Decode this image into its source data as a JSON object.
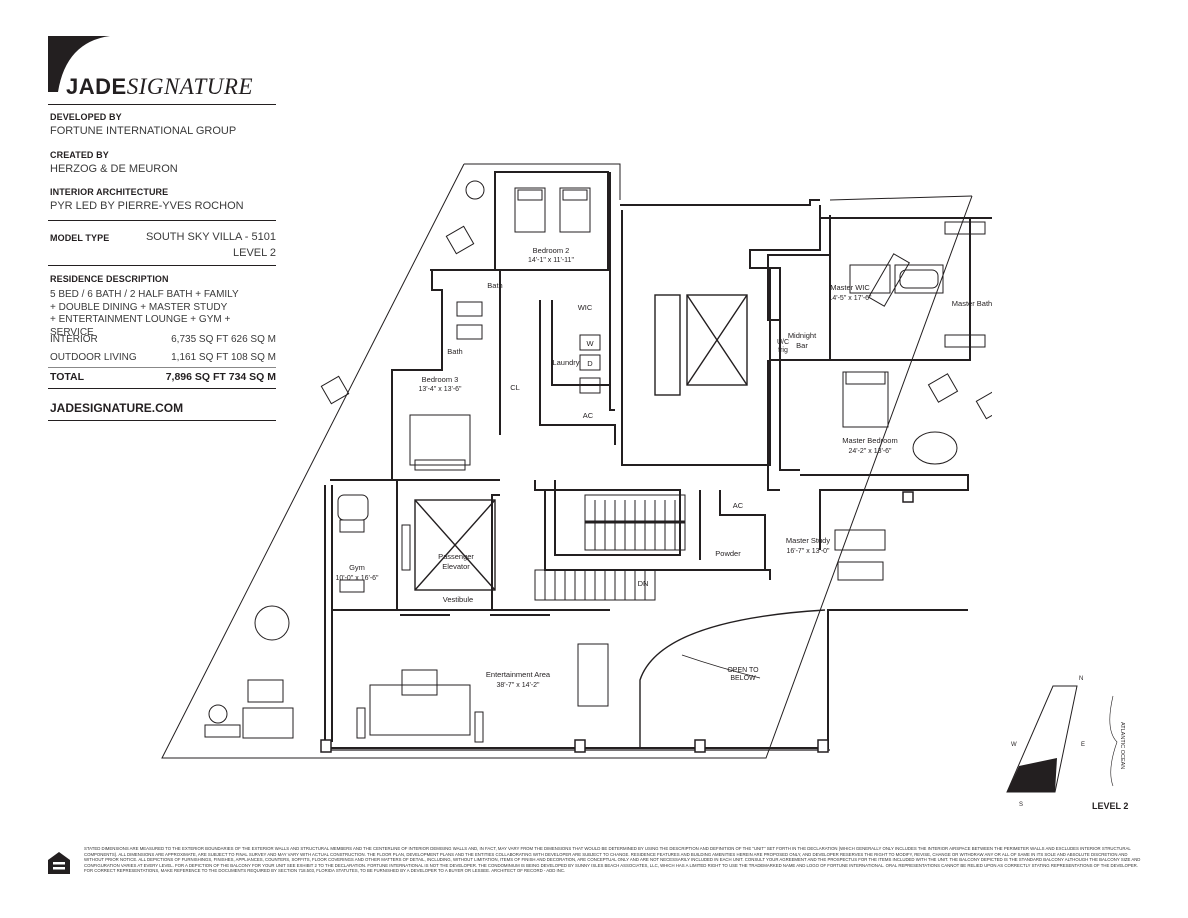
{
  "brand": {
    "name_bold": "JADE",
    "name_script": "SIGNATURE"
  },
  "developer": {
    "label": "DEVELOPED BY",
    "value": "FORTUNE INTERNATIONAL GROUP"
  },
  "creator": {
    "label": "CREATED BY",
    "value": "HERZOG & DE MEURON"
  },
  "interior_arch": {
    "label": "INTERIOR ARCHITECTURE",
    "value": "PYR LED BY PIERRE-YVES ROCHON"
  },
  "model": {
    "label": "MODEL TYPE",
    "name": "SOUTH SKY VILLA - 5101",
    "level": "LEVEL 2"
  },
  "residence": {
    "label": "RESIDENCE DESCRIPTION",
    "lines": [
      "5 BED / 6 BATH / 2 HALF BATH + FAMILY",
      "+ DOUBLE DINING + MASTER STUDY",
      "+ ENTERTAINMENT LOUNGE + GYM + SERVICE"
    ],
    "interior_label": "INTERIOR",
    "interior_value": "6,735 SQ FT 626 SQ M",
    "outdoor_label": "OUTDOOR LIVING",
    "outdoor_value": "1,161 SQ FT 108 SQ M",
    "total_label": "TOTAL",
    "total_value": "7,896 SQ FT 734 SQ M"
  },
  "website": "JADESIGNATURE.COM",
  "rooms": {
    "bedroom2": "Bedroom 2",
    "bedroom2_dim": "14'-1\" x 11'-11\"",
    "bath1": "Bath",
    "bath2": "Bath",
    "wic": "WIC",
    "laundry": "Laundry",
    "washer": "W",
    "dryer": "D",
    "cl": "CL",
    "ac1": "AC",
    "bedroom3": "Bedroom 3",
    "bedroom3_dim": "13'-4\" x 13'-6\"",
    "master_wic": "Master WIC",
    "master_wic_dim": "14'-5\" x 17'-6\"",
    "master_bath": "Master Bath",
    "uc_frig_1": "U/C",
    "uc_frig_2": "frig",
    "midnight_1": "Midnight",
    "midnight_2": "Bar",
    "master_bedroom": "Master Bedroom",
    "master_bedroom_dim": "24'-2\" x 13'-6\"",
    "ac2": "AC",
    "powder": "Powder",
    "master_study": "Master Study",
    "master_study_dim": "16'-7\" x 13'-0\"",
    "gym": "Gym",
    "gym_dim": "10'-0\" x 16'-6\"",
    "elevator_1": "Passenger",
    "elevator_2": "Elevator",
    "vestibule": "Vestibule",
    "dn": "DN",
    "entertainment": "Entertainment Area",
    "entertainment_dim": "38'-7\" x 14'-2\"",
    "open_1": "OPEN TO",
    "open_2": "BELOW"
  },
  "compass": {
    "n": "N",
    "s": "S",
    "e": "E",
    "w": "W",
    "ocean": "ATLANTIC OCEAN",
    "level": "LEVEL 2"
  },
  "legal": "STATED DIMENSIONS ARE MEASURED TO THE EXTERIOR BOUNDARIES OF THE EXTERIOR WALLS AND STRUCTURAL MEMBERS AND THE CENTERLINE OF INTERIOR DEMISING WALLS AND, IN FACT, MAY VARY FROM THE DIMENSIONS THAT WOULD BE DETERMINED BY USING THE DESCRIPTION AND DEFINITION OF THE \"UNIT\" SET FORTH IN THE DECLARATION (WHICH GENERALLY ONLY INCLUDES THE INTERIOR AIRSPACE BETWEEN THE PERIMETER WALLS AND EXCLUDES INTERIOR STRUCTURAL COMPONENTS). ALL DIMENSIONS ARE APPROXIMATE, ARE SUBJECT TO FINAL SURVEY AND MAY VARY WITH ACTUAL CONSTRUCTION. THE FLOOR PLAN, DEVELOPMENT PLANS AND THE ENTITIES COLLABORATING WITH DEVELOPER ARE SUBJECT TO CHANGE. RESIDENCE FEATURES AND BUILDING AMENITIES HEREIN ARE PROPOSED ONLY, AND DEVELOPER RESERVES THE RIGHT TO MODIFY, REVISE, CHANGE OR WITHDRAW ANY OR ALL OF SAME IN ITS SOLE AND ABSOLUTE DISCRETION AND WITHOUT PRIOR NOTICE. ALL DEPICTIONS OF FURNISHINGS, FINISHES, APPLIANCES, COUNTERS, SOFFITS, FLOOR COVERINGS AND OTHER MATTERS OF DETAIL, INCLUDING, WITHOUT LIMITATION, ITEMS OF FINISH AND DECORATION, ARE CONCEPTUAL ONLY AND ARE NOT NECESSARILY INCLUDED IN EACH UNIT. CONSULT YOUR AGREEMENT AND THE PROSPECTUS FOR THE ITEMS INCLUDED WITH THE UNIT. THE BALCONY DEPICTED IS THE STANDARD BALCONY ALTHOUGH THE BALCONY SIZE AND CONFIGURATION VARIES AT EVERY LEVEL. FOR A DEPICTION OF THE BALCONY FOR YOUR UNIT SEE EXHIBIT 2 TO THE DECLARATION. FORTUNE INTERNATIONAL IS NOT THE DEVELOPER. THE CONDOMINIUM IS BEING DEVELOPED BY SUNNY ISLES BEACH ASSOCIATES, LLC, WHICH HAS A LIMITED RIGHT TO USE THE TRADEMARKED NAME AND LOGO OF FORTUNE INTERNATIONAL. ORAL REPRESENTATIONS CANNOT BE RELIED UPON AS CORRECTLY STATING REPRESENTATIONS OF THE DEVELOPER. FOR CORRECT REPRESENTATIONS, MAKE REFERENCE TO THE DOCUMENTS REQUIRED BY SECTION 718.503, FLORIDA STATUTES, TO BE FURNISHED BY A DEVELOPER TO A BUYER OR LESSEE. ARCHITECT OF RECORD - ADD INC."
}
